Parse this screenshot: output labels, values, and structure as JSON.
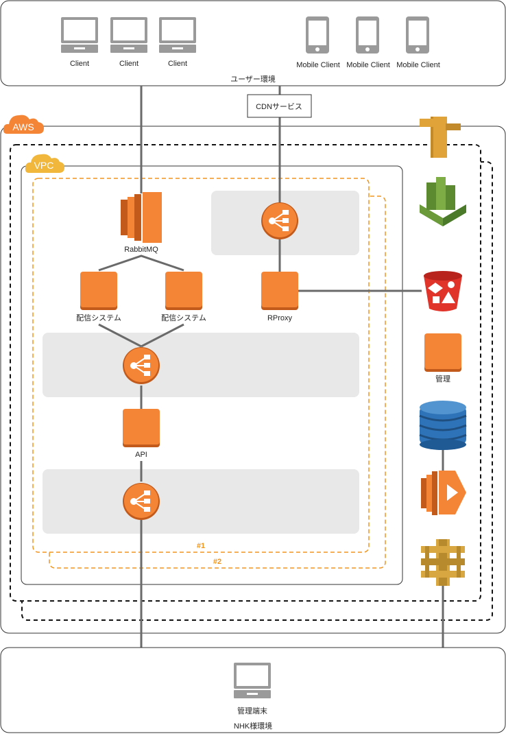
{
  "user_env": {
    "title": "ユーザー環境",
    "clients": [
      "Client",
      "Client",
      "Client"
    ],
    "mobile_clients": [
      "Mobile Client",
      "Mobile Client",
      "Mobile Client"
    ]
  },
  "cdn": {
    "label": "CDNサービス"
  },
  "aws": {
    "label": "AWS"
  },
  "vpc": {
    "label": "VPC"
  },
  "nodes": {
    "rabbitmq": "RabbitMQ",
    "delivery_1": "配信システム",
    "delivery_2": "配信システム",
    "rproxy": "RProxy",
    "api": "API",
    "admin": "管理"
  },
  "groups": {
    "group_1": "#1",
    "group_2": "#2"
  },
  "nhk_env": {
    "title": "NHK様環境",
    "terminal": "管理端末"
  },
  "colors": {
    "aws_orange": "#f58536",
    "aws_orange_dark": "#c15a1a",
    "vpc_gold": "#f0b73c",
    "dashed_orange": "#f0941d",
    "subnet_gray": "#e8e8e8",
    "line_gray": "#6a6a6a",
    "dynamo_blue": "#2e73b8",
    "route53_green": "#6b9a3a",
    "bucket_red": "#e0332a",
    "api_gw_gold": "#d9a741"
  },
  "icons": [
    "desktop-client-icon",
    "mobile-client-icon",
    "aws-cloud-icon",
    "vpc-cloud-icon",
    "elb-icon",
    "ec2-instance-icon",
    "rabbitmq-ec2-icon",
    "api-gateway-icon",
    "cloudformation-icon",
    "s3-bucket-icon",
    "dynamodb-icon",
    "lambda-icon",
    "sqs-icon"
  ]
}
